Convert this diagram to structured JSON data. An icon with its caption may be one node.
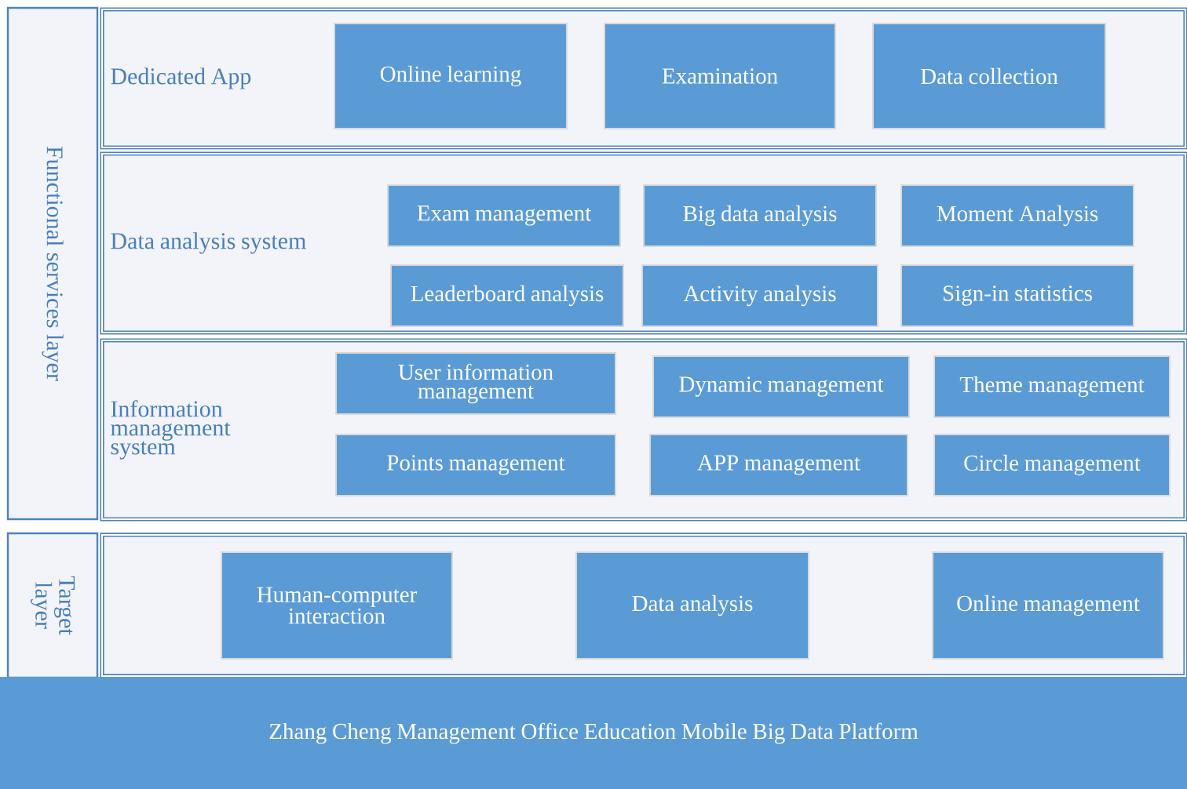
{
  "diagram": {
    "nodes": [
      {
        "text": [
          "Functional services layer"
        ]
      },
      {
        "text": [
          "Dedicated App"
        ]
      },
      {
        "text": [
          "Online learning"
        ],
        "in": 1
      },
      {
        "text": [
          "Examination"
        ],
        "in": 1
      },
      {
        "text": [
          "Data collection"
        ],
        "in": 1
      },
      {
        "text": [
          "Data analysis system"
        ]
      },
      {
        "text": [
          "Exam management"
        ],
        "in": 5
      },
      {
        "text": [
          "Big data analysis"
        ],
        "in": 5
      },
      {
        "text": [
          "Moment Analysis"
        ],
        "in": 5
      },
      {
        "text": [
          "Leaderboard analysis"
        ],
        "in": 5
      },
      {
        "text": [
          "Activity analysis"
        ],
        "in": 5
      },
      {
        "text": [
          "Sign-in statistics"
        ],
        "in": 5
      },
      {
        "text": [
          "Information management system"
        ]
      },
      {
        "text": [
          "User information management"
        ],
        "in": 12
      },
      {
        "text": [
          "Dynamic management"
        ],
        "in": 12
      },
      {
        "text": [
          "Theme management"
        ],
        "in": 12
      },
      {
        "text": [
          "Points management"
        ],
        "in": 12
      },
      {
        "text": [
          "APP management"
        ],
        "in": 12
      },
      {
        "text": [
          "Circle management"
        ],
        "in": 12
      },
      {
        "text": [
          "Target layer"
        ]
      },
      {
        "text": [],
        "shape": "box"
      },
      {
        "text": [
          "Human-computer interaction"
        ],
        "in": 20
      },
      {
        "text": [
          "Data analysis"
        ],
        "in": 20
      },
      {
        "text": [
          "Online management"
        ],
        "in": 20
      },
      {
        "text": [
          "Zhang Cheng Management Office Education Mobile Big Data Platform"
        ]
      }
    ],
    "edges": []
  }
}
